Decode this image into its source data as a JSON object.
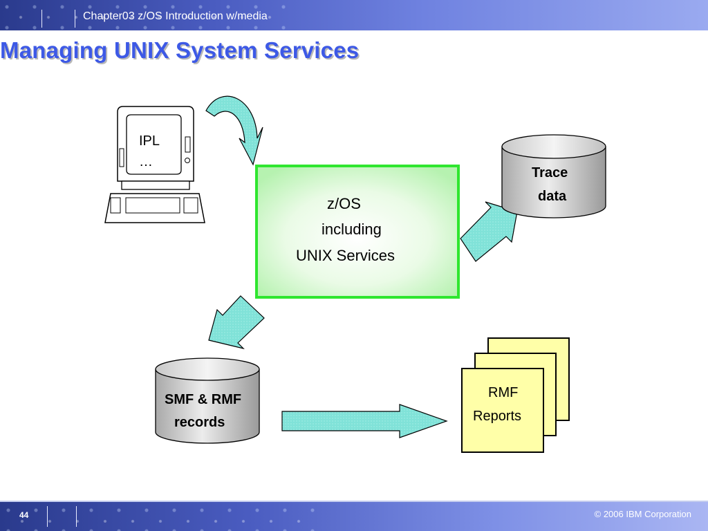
{
  "header": {
    "chapter": "Chapter03 z/OS Introduction w/media"
  },
  "title": "Managing UNIX System Services",
  "diagram": {
    "terminal": {
      "line1": "IPL",
      "line2": "…"
    },
    "zos_box": {
      "line1": "z/OS",
      "line2": "including",
      "line3": "UNIX Services"
    },
    "trace_cylinder": {
      "line1": "Trace",
      "line2": "data"
    },
    "smf_cylinder": {
      "line1": "SMF & RMF",
      "line2": "records"
    },
    "reports": {
      "line1": "RMF",
      "line2": "Reports"
    },
    "colors": {
      "arrow_fill": "#7fe0d6",
      "zos_border": "#2fe62f",
      "report_fill": "#ffffa8",
      "title": "#3d59e6"
    }
  },
  "footer": {
    "page_number": "44",
    "copyright": "© 2006 IBM Corporation"
  }
}
